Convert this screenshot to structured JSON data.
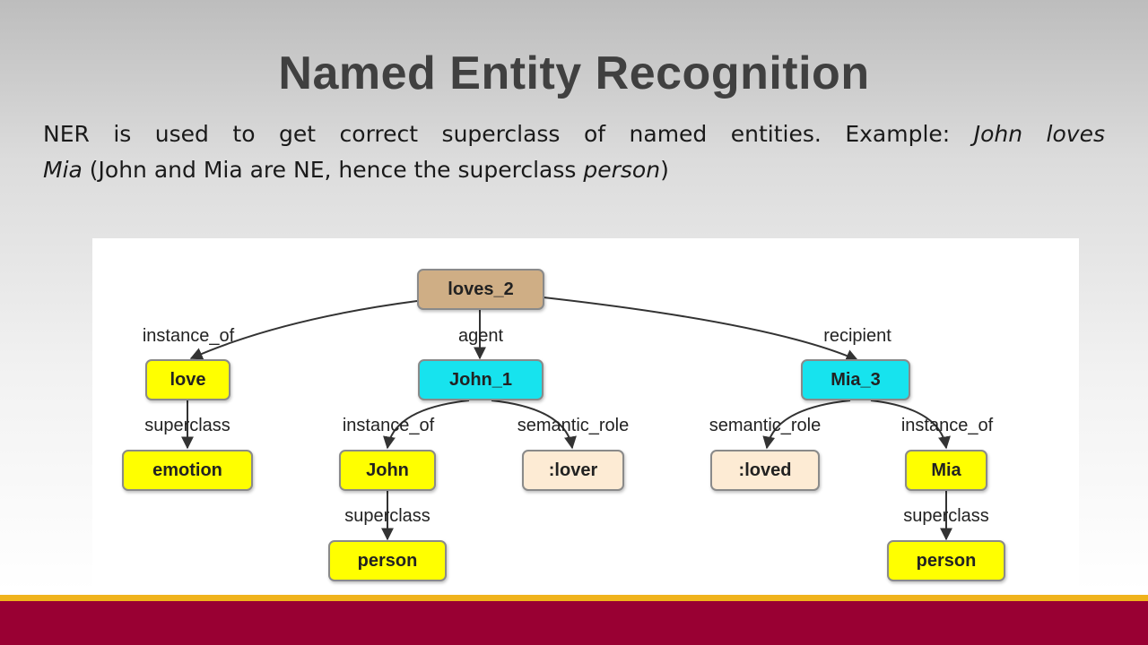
{
  "slide": {
    "title": "Named Entity Recognition",
    "intro": {
      "part1": "NER is used to get correct superclass of named entities. Example: ",
      "example_a": "John loves",
      "example_b": "Mia",
      "part2": " (John and Mia are NE, hence the superclass ",
      "class_word": "person",
      "part3": ")"
    }
  },
  "graph": {
    "nodes": {
      "loves_2": "loves_2",
      "love": "love",
      "john_1": "John_1",
      "mia_3": "Mia_3",
      "emotion": "emotion",
      "john": "John",
      "lover": ":lover",
      "loved": ":loved",
      "mia": "Mia",
      "person_john": "person",
      "person_mia": "person"
    },
    "edges": {
      "instance_of_love": "instance_of",
      "agent": "agent",
      "recipient": "recipient",
      "superclass_emotion": "superclass",
      "instance_of_john": "instance_of",
      "semantic_role_lover": "semantic_role",
      "semantic_role_loved": "semantic_role",
      "instance_of_mia": "instance_of",
      "superclass_person_john": "superclass",
      "superclass_person_mia": "superclass"
    },
    "colors": {
      "event": "#cfae85",
      "entity": "#17e3ee",
      "class": "#ffff00",
      "role": "#fdebd4"
    }
  },
  "footer": {
    "accent": "#f0b31c",
    "bar": "#990033"
  }
}
